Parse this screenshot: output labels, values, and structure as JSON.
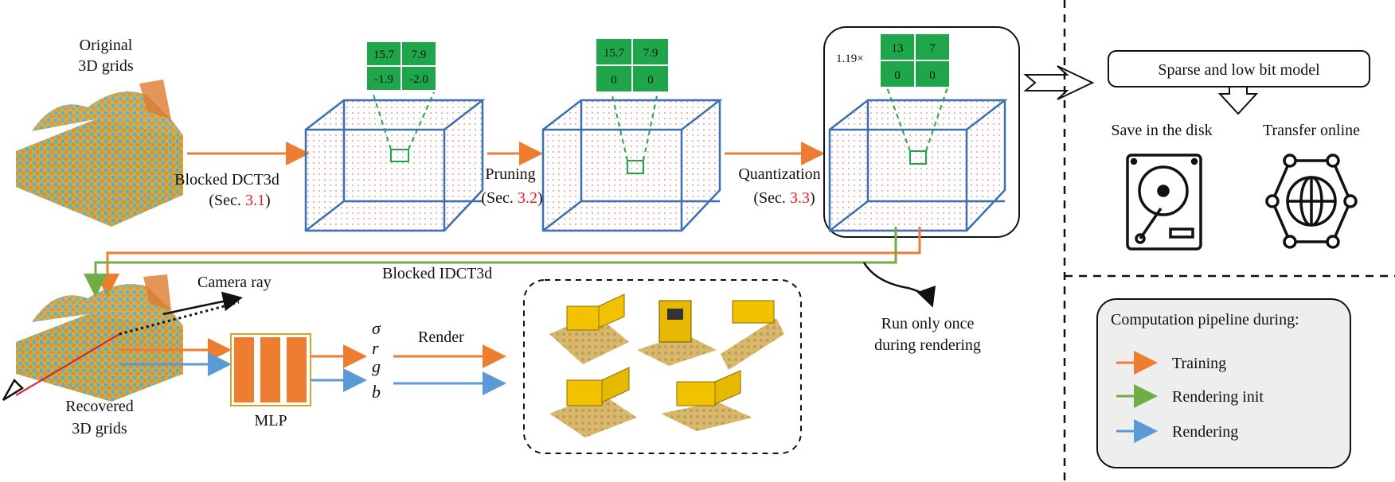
{
  "labels": {
    "original": [
      "Original",
      "3D grids"
    ],
    "recovered": [
      "Recovered",
      "3D grids"
    ],
    "dct": {
      "text": "Blocked  DCT3d",
      "sec_pre": "(Sec. ",
      "sec_num": "3.1",
      "sec_post": ")"
    },
    "pruning": {
      "text": "Pruning",
      "sec_pre": "(Sec. ",
      "sec_num": "3.2",
      "sec_post": ")"
    },
    "quant": {
      "text": "Quantization",
      "sec_pre": "(Sec. ",
      "sec_num": "3.3",
      "sec_post": ")"
    },
    "idct": "Blocked IDCT3d",
    "camera_ray": "Camera ray",
    "mlp": "MLP",
    "render": "Render",
    "run_once": [
      "Run only once",
      "during rendering"
    ],
    "sparse_model": "Sparse and low bit model",
    "save_disk": "Save in the disk",
    "transfer_online": "Transfer online",
    "scale_factor": "1.19×"
  },
  "outputs": [
    "σ",
    "r",
    "g",
    "b"
  ],
  "matrices": {
    "dct": [
      "15.7",
      "7.9",
      "-1.9",
      "-2.0"
    ],
    "pruned": [
      "15.7",
      "7.9",
      "0",
      "0"
    ],
    "quantized": [
      "13",
      "7",
      "0",
      "0"
    ]
  },
  "legend": {
    "title": "Computation pipeline during:",
    "items": [
      {
        "label": "Training",
        "color": "#ED7D31"
      },
      {
        "label": "Rendering init",
        "color": "#70AD47"
      },
      {
        "label": "Rendering",
        "color": "#5B9BD5"
      }
    ]
  },
  "colors": {
    "training": "#ED7D31",
    "rendering_init": "#70AD47",
    "rendering": "#5B9BD5",
    "matrix_green": "#1FA64A",
    "box_blue": "#3A6FB0",
    "section_red": "#E02020",
    "mlp": "#ED7D31"
  }
}
